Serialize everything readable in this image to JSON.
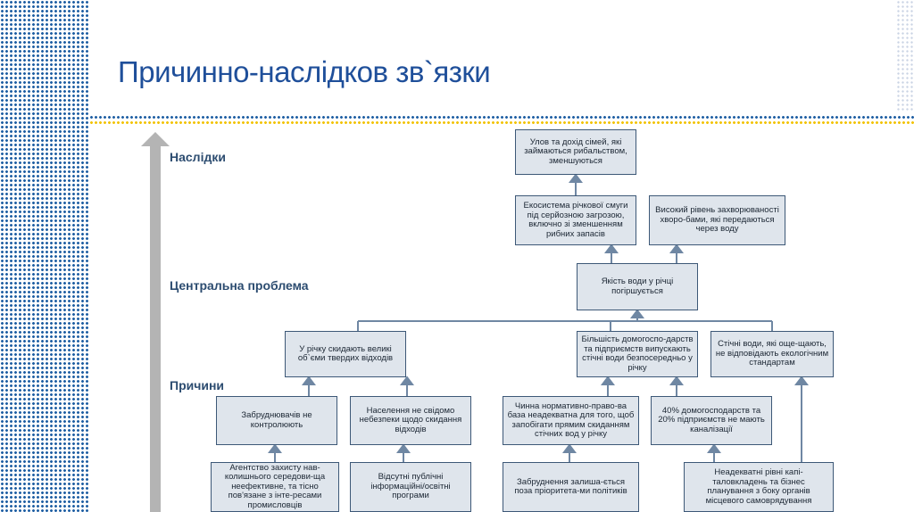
{
  "slide": {
    "title": "Причинно-наслідков зв`язки"
  },
  "axis": {
    "consequences": "Наслідки",
    "central_problem": "Центральна проблема",
    "causes": "Причини"
  },
  "boxes": {
    "income_decline": "Улов та дохід сімей, які займаються рибальством, зменшуються",
    "ecosystem_threat": "Екосистема річкової смуги під серйозною загрозою, включно зі зменшенням рибних запасів",
    "high_disease": "Високий рівень захворюваності хворо-бами, які передаються через воду",
    "water_quality": "Якість води у річці погіршується",
    "solid_waste": "У річку скидають великі об`єми твердих відходів",
    "households_discharge": "Більшість домогоспо-дарств та підприємств випускають стічні води безпосередньо у річку",
    "waste_water_standards": "Стічні води, які още-щають, не відповідають екологічним стандартам",
    "polluters_uncontrolled": "Забруднювачів не контролюють",
    "population_unaware": "Населення не свідомо небезпеки щодо скидання відходів",
    "legal_base": "Чинна нормативно-право-ва база неадекватна для того, щоб запобігати прямим скиданням стічних вод у річку",
    "no_sewage": "40% домогосподарств та 20% підприємств не мають каналізації",
    "agency_ineffective": "Агентство захисту нав-колишнього середови-ща неефективне, та тісно пов'язане з інте-ресами промисловців",
    "no_public_programs": "Відсутні публічні інформаційні/освітні програми",
    "pollution_priority": "Забруднення залиша-ється поза пріоритета-ми політиків",
    "inadequate_investment": "Неадекватні рівні капі-таловкладень та бізнес планування з боку органів місцевого самоврядування"
  }
}
